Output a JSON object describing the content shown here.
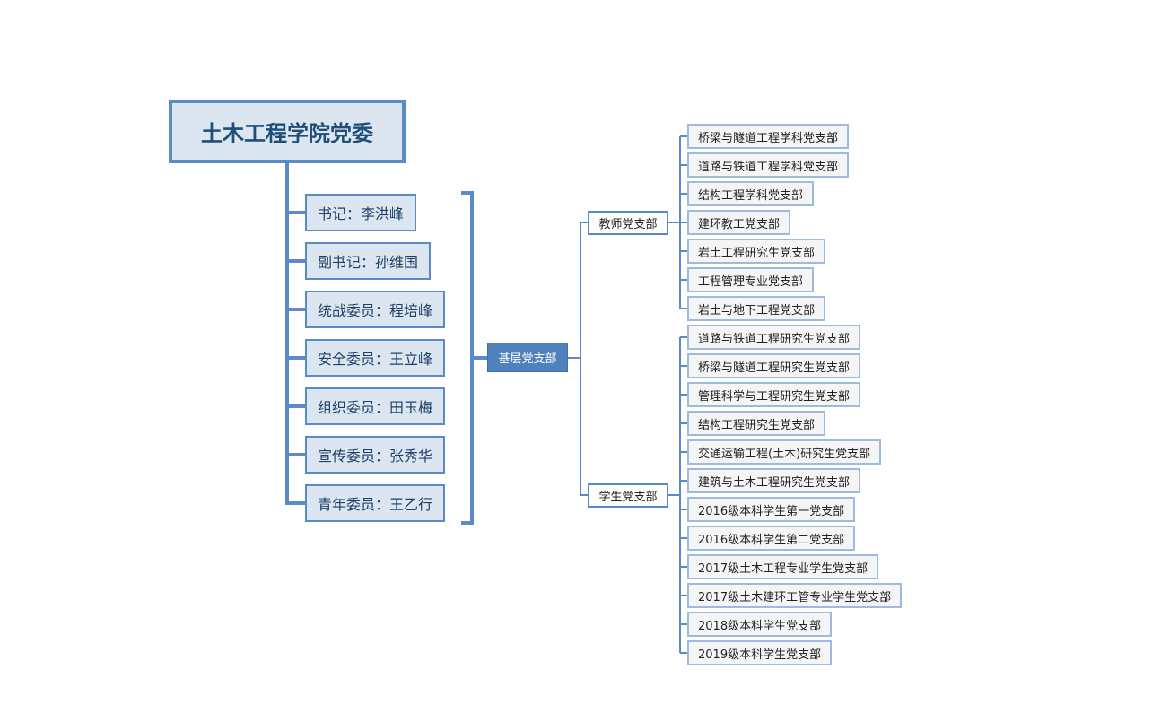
{
  "root": {
    "title": "土木工程学院党委"
  },
  "members": [
    {
      "label": "书记：李洪峰"
    },
    {
      "label": "副书记：孙维国"
    },
    {
      "label": "统战委员：程培峰"
    },
    {
      "label": "安全委员：王立峰"
    },
    {
      "label": "组织委员：田玉梅"
    },
    {
      "label": "宣传委员：张秀华"
    },
    {
      "label": "青年委员：王乙行"
    }
  ],
  "grassroots": {
    "label": "基层党支部",
    "groups": [
      {
        "label": "教师党支部",
        "branches": [
          "桥梁与隧道工程学科党支部",
          "道路与铁道工程学科党支部",
          "结构工程学科党支部",
          "建环教工党支部",
          "岩土工程研究生党支部",
          "工程管理专业党支部",
          "岩土与地下工程党支部"
        ]
      },
      {
        "label": "学生党支部",
        "branches": [
          "道路与铁道工程研究生党支部",
          "桥梁与隧道工程研究生党支部",
          "管理科学与工程研究生党支部",
          "结构工程研究生党支部",
          "交通运输工程(土木)研究生党支部",
          "建筑与土木工程研究生党支部",
          "2016级本科学生第一党支部",
          "2016级本科学生第二党支部",
          "2017级土木工程专业学生党支部",
          "2017级土木建环工管专业学生党支部",
          "2018级本科学生党支部",
          "2019级本科学生党支部"
        ]
      }
    ]
  },
  "colors": {
    "connector": "#5b8bc6",
    "node_fill": "#dce6f1",
    "node_border": "#5b8bc6",
    "mid_fill": "#4f81bd",
    "leaf_fill": "#f5f5f5",
    "leaf_border": "#9dbbe0"
  }
}
